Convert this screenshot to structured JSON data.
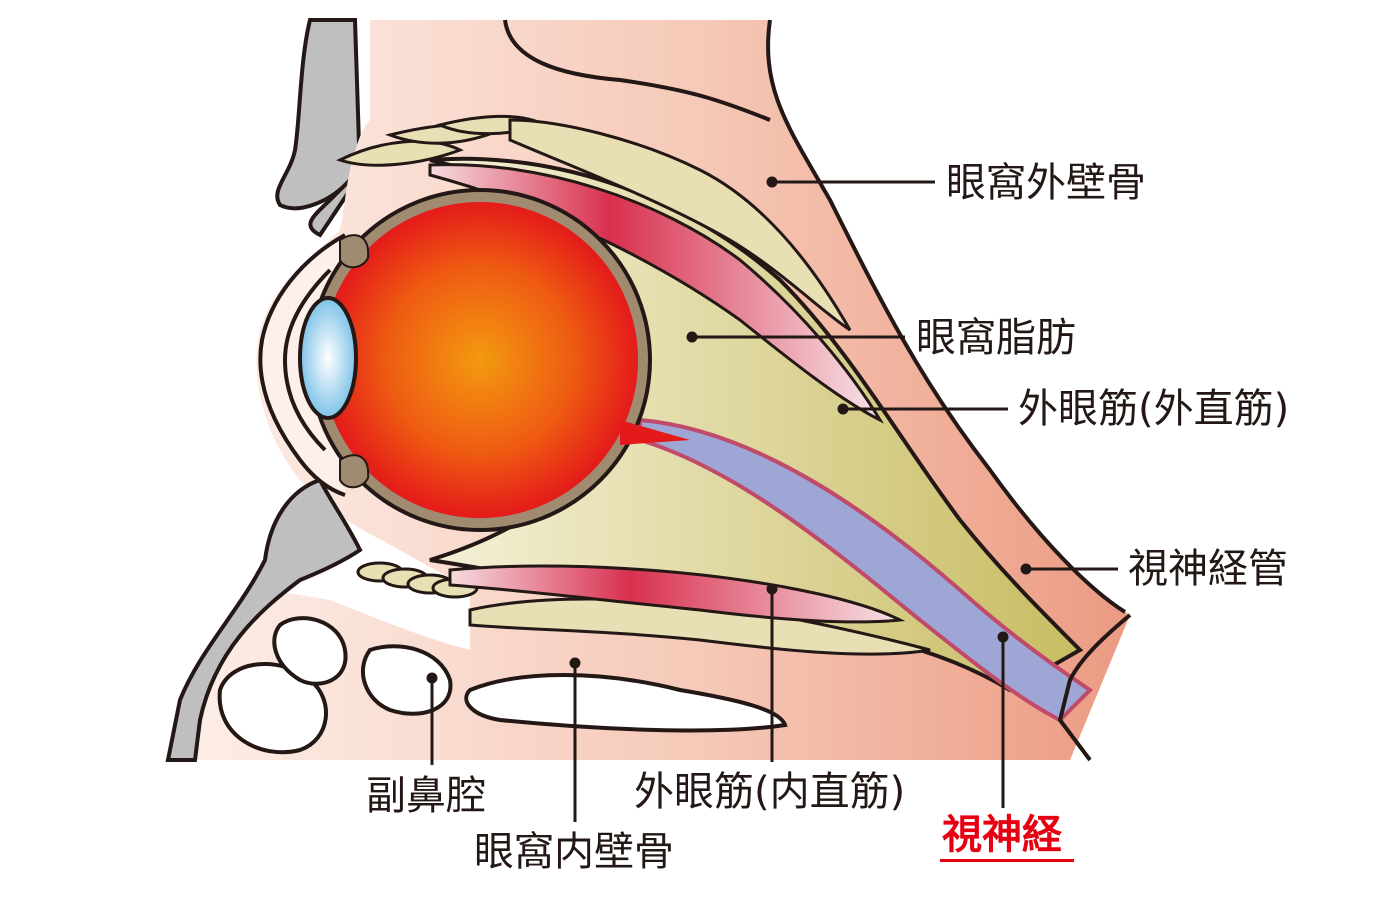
{
  "labels": {
    "outer_wall_bone": "眼窩外壁骨",
    "orbital_fat": "眼窩脂肪",
    "lateral_rectus": "外眼筋(外直筋)",
    "optic_canal": "視神経管",
    "sinus": "副鼻腔",
    "inner_wall_bone": "眼窩内壁骨",
    "medial_rectus": "外眼筋(内直筋)",
    "optic_nerve": "視神経"
  },
  "colors": {
    "highlight": "#e60012",
    "bone": "#f0b8a4",
    "eyeball": "#f08a1c",
    "fat": "#e3dca8",
    "muscle": "#d22f4f",
    "nerve": "#9ea6d6"
  }
}
